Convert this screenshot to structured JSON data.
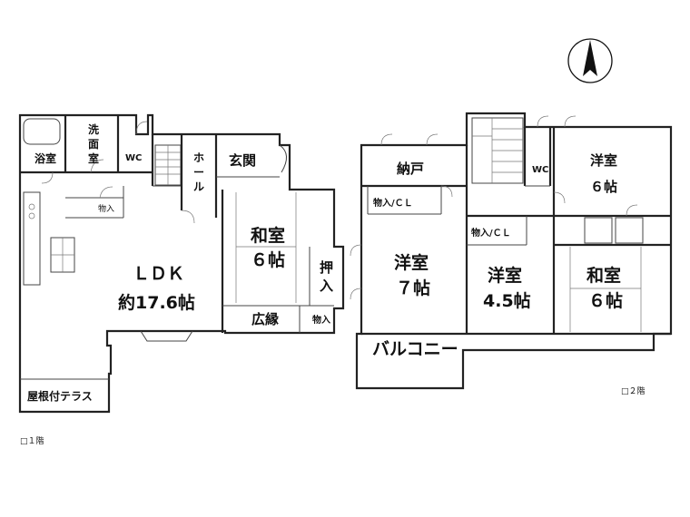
{
  "floor1": {
    "caption": "□１階",
    "rooms": {
      "bath": "浴室",
      "washroom": [
        "洗",
        "面",
        "室"
      ],
      "wc": "WC",
      "hall": [
        "ホ",
        "ー",
        "ル"
      ],
      "entrance": "玄関",
      "closet_small": "物入",
      "ldk_name": "ＬＤＫ",
      "ldk_size": "約17.6帖",
      "washitsu_name": "和室",
      "washitsu_size": "６帖",
      "oshiire": [
        "押",
        "入"
      ],
      "hiroen": "広縁",
      "closet_hiroen": "物入",
      "terrace": "屋根付テラス"
    }
  },
  "floor2": {
    "caption": "□２階",
    "rooms": {
      "nando": "納戸",
      "closet_cl_left": "物入/ＣＬ",
      "closet_cl_mid": "物入/ＣＬ",
      "wc": "WC",
      "youshitsu_ne_name": "洋室",
      "youshitsu_ne_size": "６帖",
      "youshitsu_7_name": "洋室",
      "youshitsu_7_size": "７帖",
      "youshitsu_45_name": "洋室",
      "youshitsu_45_size": "4.5帖",
      "washitsu_name": "和室",
      "washitsu_size": "６帖",
      "balcony": "バルコニー"
    }
  },
  "compass": {
    "icon": "north-arrow-icon"
  }
}
